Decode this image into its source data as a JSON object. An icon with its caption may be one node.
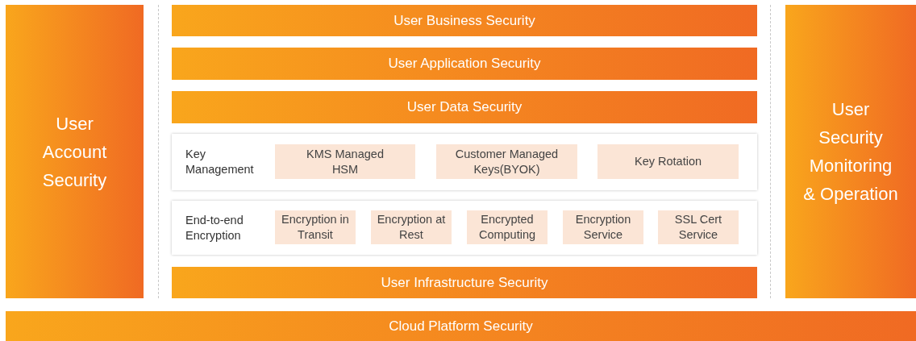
{
  "diagram": {
    "nodes": [
      {
        "text": [
          "User Account Security"
        ]
      },
      {
        "text": [
          "User Business Security"
        ]
      },
      {
        "text": [
          "User Application Security"
        ]
      },
      {
        "text": [
          "User Data Security"
        ]
      },
      {
        "text": [
          "Key Management"
        ]
      },
      {
        "text": [
          "KMS Managed HSM"
        ],
        "in": 4
      },
      {
        "text": [
          "Customer Managed Keys(BYOK)"
        ],
        "in": 4
      },
      {
        "text": [
          "Key Rotation"
        ],
        "in": 4
      },
      {
        "text": [
          "End-to-end Encryption"
        ]
      },
      {
        "text": [
          "Encryption in Transit"
        ],
        "in": 8
      },
      {
        "text": [
          "Encryption at Rest"
        ],
        "in": 8
      },
      {
        "text": [
          "Encrypted Computing"
        ],
        "in": 8
      },
      {
        "text": [
          "Encryption Service"
        ],
        "in": 8
      },
      {
        "text": [
          "SSL Cert Service"
        ],
        "in": 8
      },
      {
        "text": [
          "User Infrastructure Security"
        ]
      },
      {
        "text": [
          "User Security Monitoring & Operation"
        ]
      },
      {
        "text": [
          "Cloud Platform Security"
        ]
      }
    ]
  }
}
